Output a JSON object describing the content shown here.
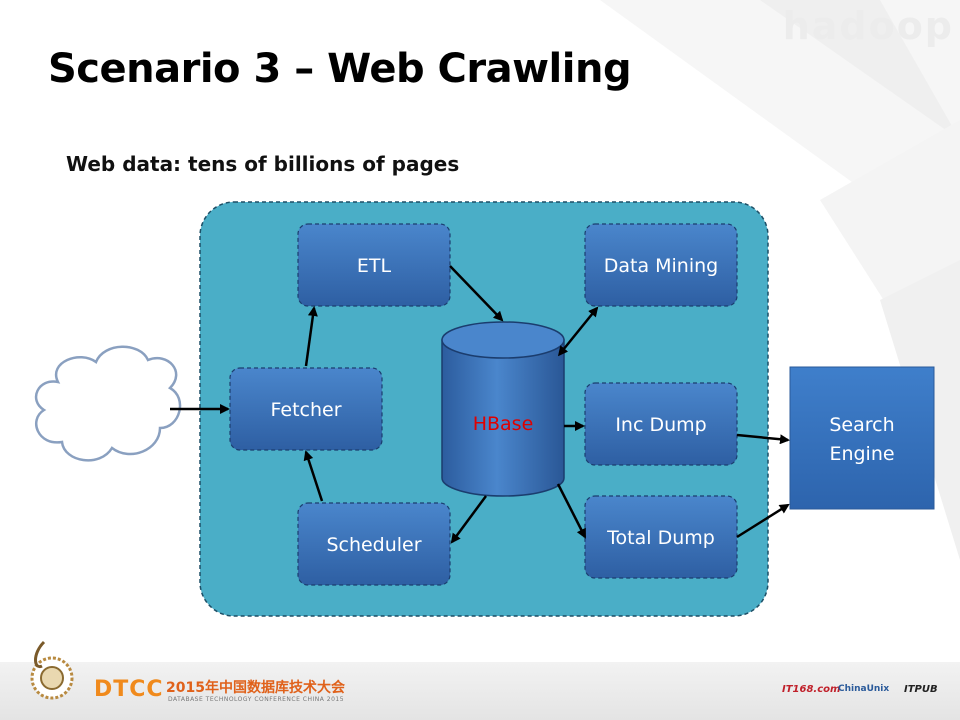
{
  "slide": {
    "title": "Scenario 3 – Web Crawling",
    "subtitle": "Web data: tens of billions of pages",
    "watermark": "hadoop"
  },
  "nodes": {
    "etl": "ETL",
    "data_mining": "Data Mining",
    "fetcher": "Fetcher",
    "hbase": "HBase",
    "inc_dump": "Inc Dump",
    "scheduler": "Scheduler",
    "total_dump": "Total Dump",
    "search_engine_line1": "Search",
    "search_engine_line2": "Engine"
  },
  "footer": {
    "brand": "DTCC",
    "conference_cn": "2015年中国数据库技术大会",
    "conference_en": "DATABASE TECHNOLOGY CONFERENCE CHINA 2015",
    "sponsor1": "IT168.com",
    "sponsor2": "ChinaUnix",
    "sponsor3": "ITPUB"
  },
  "colors": {
    "container_fill": "#4aaec7",
    "box_fill": "#3f78c0",
    "box_dark": "#285a9e",
    "accent_red": "#e00000",
    "brand_orange": "#f08a1c"
  }
}
